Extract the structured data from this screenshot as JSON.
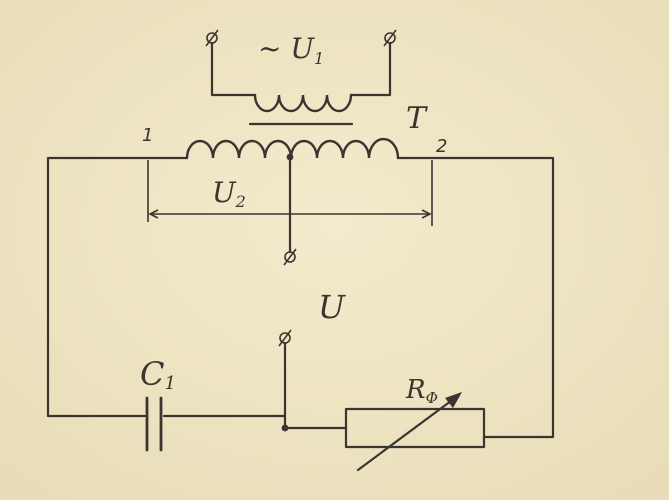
{
  "diagram": {
    "primary_voltage": "~ U",
    "primary_voltage_sub": "1",
    "transformer_label": "T",
    "terminal_1": "1",
    "terminal_2": "2",
    "secondary_voltage": "U",
    "secondary_voltage_sub": "2",
    "output_voltage": "U",
    "capacitor_label": "C",
    "capacitor_sub": "1",
    "resistor_label": "R",
    "resistor_sub": "Φ"
  }
}
